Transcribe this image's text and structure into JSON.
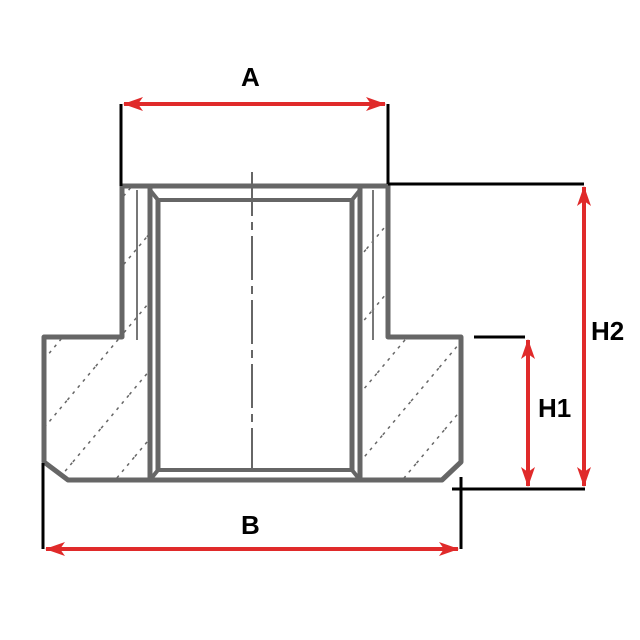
{
  "diagram": {
    "subject": "Hex bushing / threaded fitting cross-section",
    "labels": {
      "A": "A",
      "B": "B",
      "H1": "H1",
      "H2": "H2"
    },
    "colors": {
      "outline": "#666666",
      "dimension_arrow": "#e02a2a",
      "extension_line": "#000000",
      "background": "#ffffff"
    }
  }
}
